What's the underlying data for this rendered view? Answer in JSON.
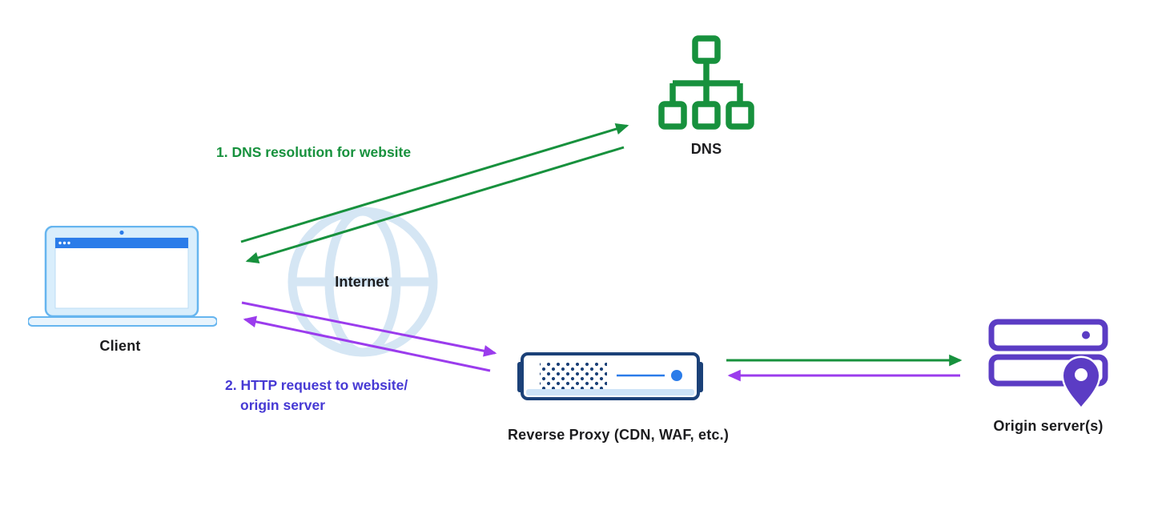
{
  "diagram": {
    "nodes": {
      "client": {
        "label": "Client"
      },
      "internet": {
        "label": "Internet"
      },
      "dns": {
        "label": "DNS"
      },
      "reverse_proxy": {
        "label": "Reverse Proxy (CDN, WAF, etc.)"
      },
      "origin": {
        "label": "Origin server(s)"
      }
    },
    "annotations": {
      "step1": {
        "text": "1. DNS resolution for website",
        "color": "#17913d"
      },
      "step2": {
        "line1": "2. HTTP request to website/",
        "line2": "origin server",
        "color": "#4639d4"
      }
    },
    "edges": [
      {
        "from": "client",
        "to": "dns",
        "color": "green",
        "style": "two parallel arrows, one each direction"
      },
      {
        "from": "client",
        "to": "reverse_proxy",
        "color": "purple",
        "style": "two parallel arrows, one each direction"
      },
      {
        "from": "reverse_proxy",
        "to": "origin",
        "color": "green",
        "direction": "right"
      },
      {
        "from": "origin",
        "to": "reverse_proxy",
        "color": "purple",
        "direction": "left"
      }
    ],
    "colors": {
      "green": "#17913d",
      "purple": "#9b3ced",
      "indigo_text": "#4639d4",
      "navy": "#1b4178",
      "blue_accent": "#2b7ce9",
      "laptop_fill": "#d9eefc",
      "laptop_stroke": "#66b5ef",
      "globe_stroke": "#d5e6f4",
      "origin_purple": "#5b3cc4",
      "label_text": "#1c1c1e",
      "background": "#ffffff"
    }
  }
}
